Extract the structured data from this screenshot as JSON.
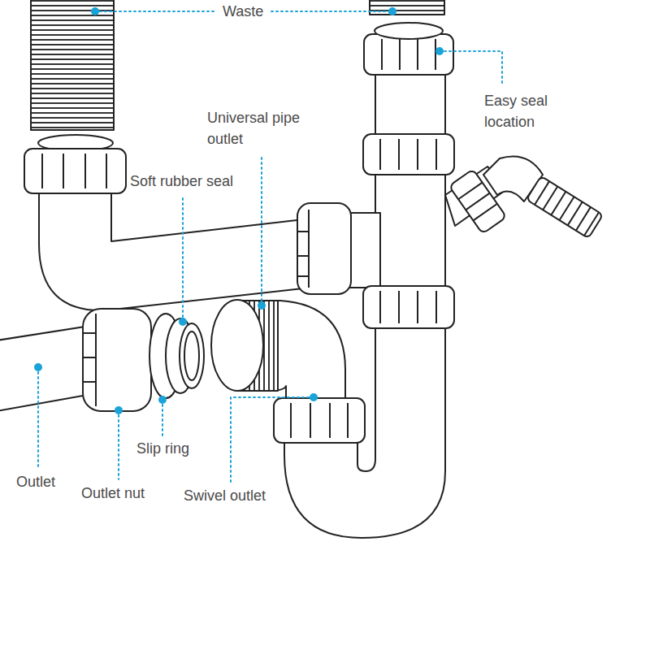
{
  "diagram": {
    "labels": [
      "Waste",
      "Waste",
      "Easy seal location",
      "Universal pipe outlet",
      "Soft rubber seal",
      "Outlet",
      "Outlet nut",
      "Slip ring",
      "Swivel outlet"
    ]
  }
}
